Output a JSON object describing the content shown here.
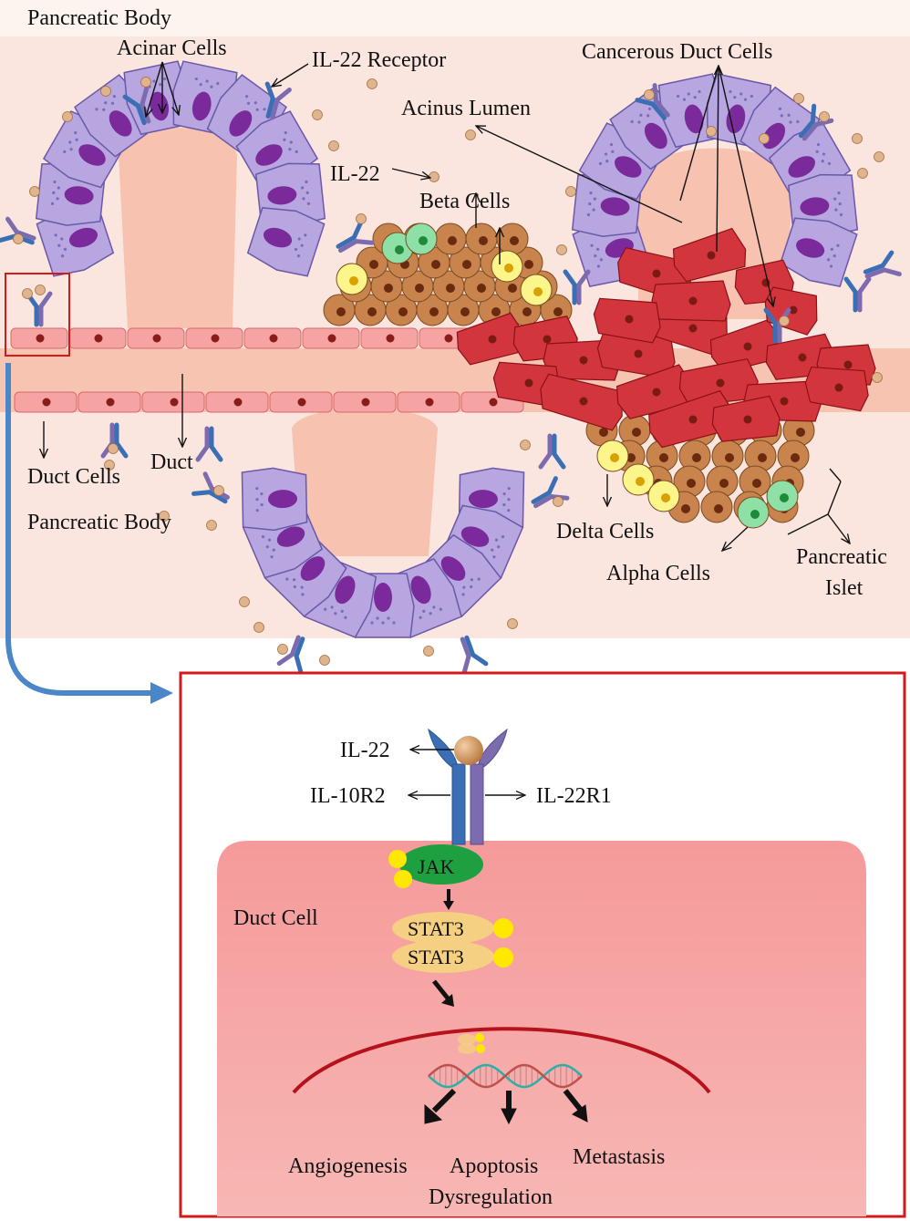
{
  "labels": {
    "pancreatic_body_top": "Pancreatic Body",
    "acinar_cells": "Acinar Cells",
    "il22_receptor": "IL-22 Receptor",
    "acinus_lumen": "Acinus Lumen",
    "cancerous_duct_cells": "Cancerous Duct Cells",
    "il22": "IL-22",
    "beta_cells": "Beta Cells",
    "duct_cells": "Duct Cells",
    "duct": "Duct",
    "pancreatic_body_bottom": "Pancreatic Body",
    "delta_cells": "Delta Cells",
    "alpha_cells": "Alpha Cells",
    "pancreatic_islet_1": "Pancreatic",
    "pancreatic_islet_2": "Islet"
  },
  "inset": {
    "il22": "IL-22",
    "il10r2": "IL-10R2",
    "il22r1": "IL-22R1",
    "duct_cell": "Duct Cell",
    "jak": "JAK",
    "stat3_top": "STAT3",
    "stat3_bottom": "STAT3",
    "angiogenesis": "Angiogenesis",
    "apoptosis": "Apoptosis",
    "dysregulation": "Dysregulation",
    "metastasis": "Metastasis"
  },
  "colors": {
    "tissue_background": "#fbe6df",
    "lumen": "#f7c4b3",
    "acinar_cell": "#b8a6e0",
    "acinar_nucleus": "#7a2a9a",
    "duct_cell": "#f5a3a3",
    "cancer_cell": "#d2363c",
    "beta_cell": "#c8844c",
    "delta_cell": "#fbf58a",
    "alpha_cell": "#8fe0a6",
    "receptor_il10r2": "#3a6fb5",
    "receptor_il22r1": "#7d6bb0",
    "il22_particle": "#e0b48c",
    "jak": "#1fa040",
    "stat3": "#f5cf82",
    "phosphate": "#ffe800",
    "inset_border": "#d21a1a",
    "pointer_arrow": "#4a86c8"
  }
}
